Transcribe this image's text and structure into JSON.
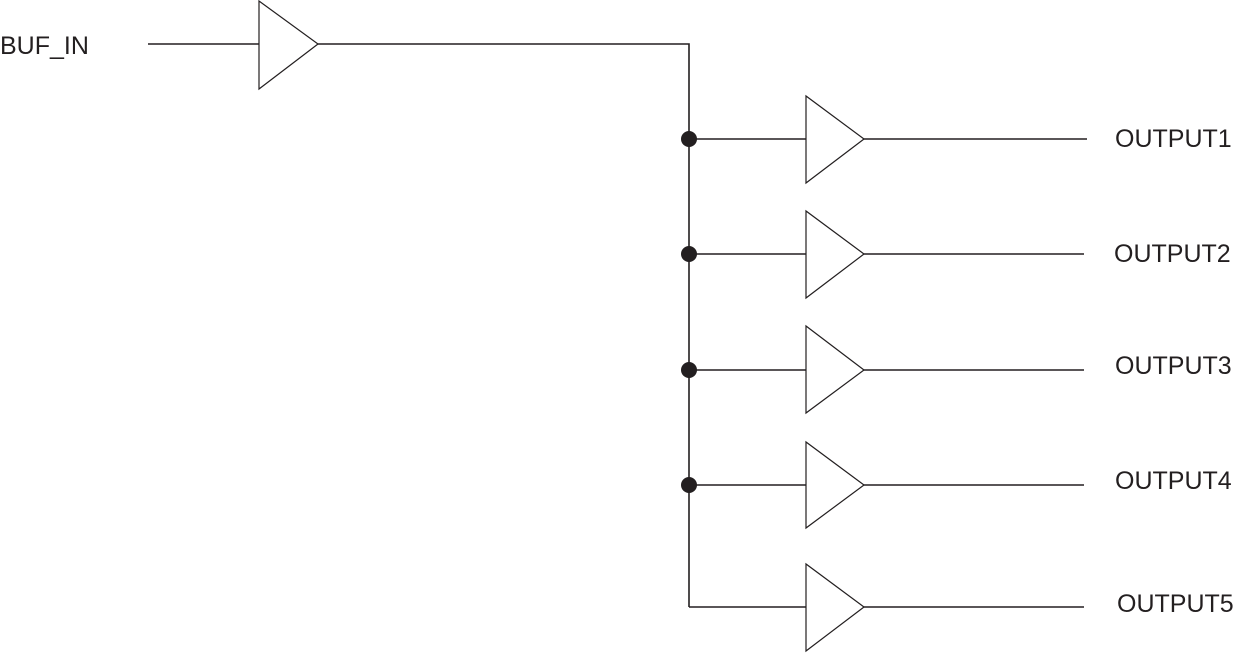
{
  "input": {
    "label": "BUF_IN"
  },
  "outputs": [
    {
      "label": "OUTPUT1"
    },
    {
      "label": "OUTPUT2"
    },
    {
      "label": "OUTPUT3"
    },
    {
      "label": "OUTPUT4"
    },
    {
      "label": "OUTPUT5"
    }
  ],
  "colors": {
    "ink": "#231f20",
    "background": "#ffffff"
  }
}
